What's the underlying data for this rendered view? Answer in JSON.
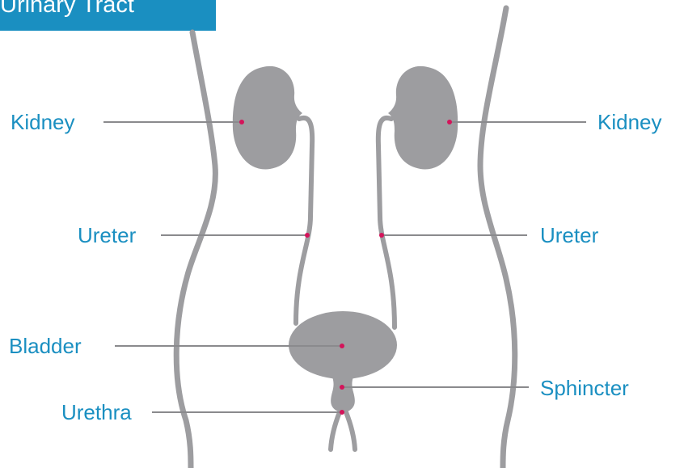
{
  "title": "Urinary Tract",
  "labels": {
    "kidney_left": "Kidney",
    "kidney_right": "Kidney",
    "ureter_left": "Ureter",
    "ureter_right": "Ureter",
    "bladder": "Bladder",
    "sphincter": "Sphincter",
    "urethra": "Urethra"
  },
  "colors": {
    "title_background": "#1a8fc1",
    "title_text": "#ffffff",
    "label_text": "#1a8fc1",
    "organ_fill": "#9d9da0",
    "body_outline": "#9d9da0",
    "leader_line": "#8a8a8d",
    "marker_dot": "#d4145a"
  }
}
